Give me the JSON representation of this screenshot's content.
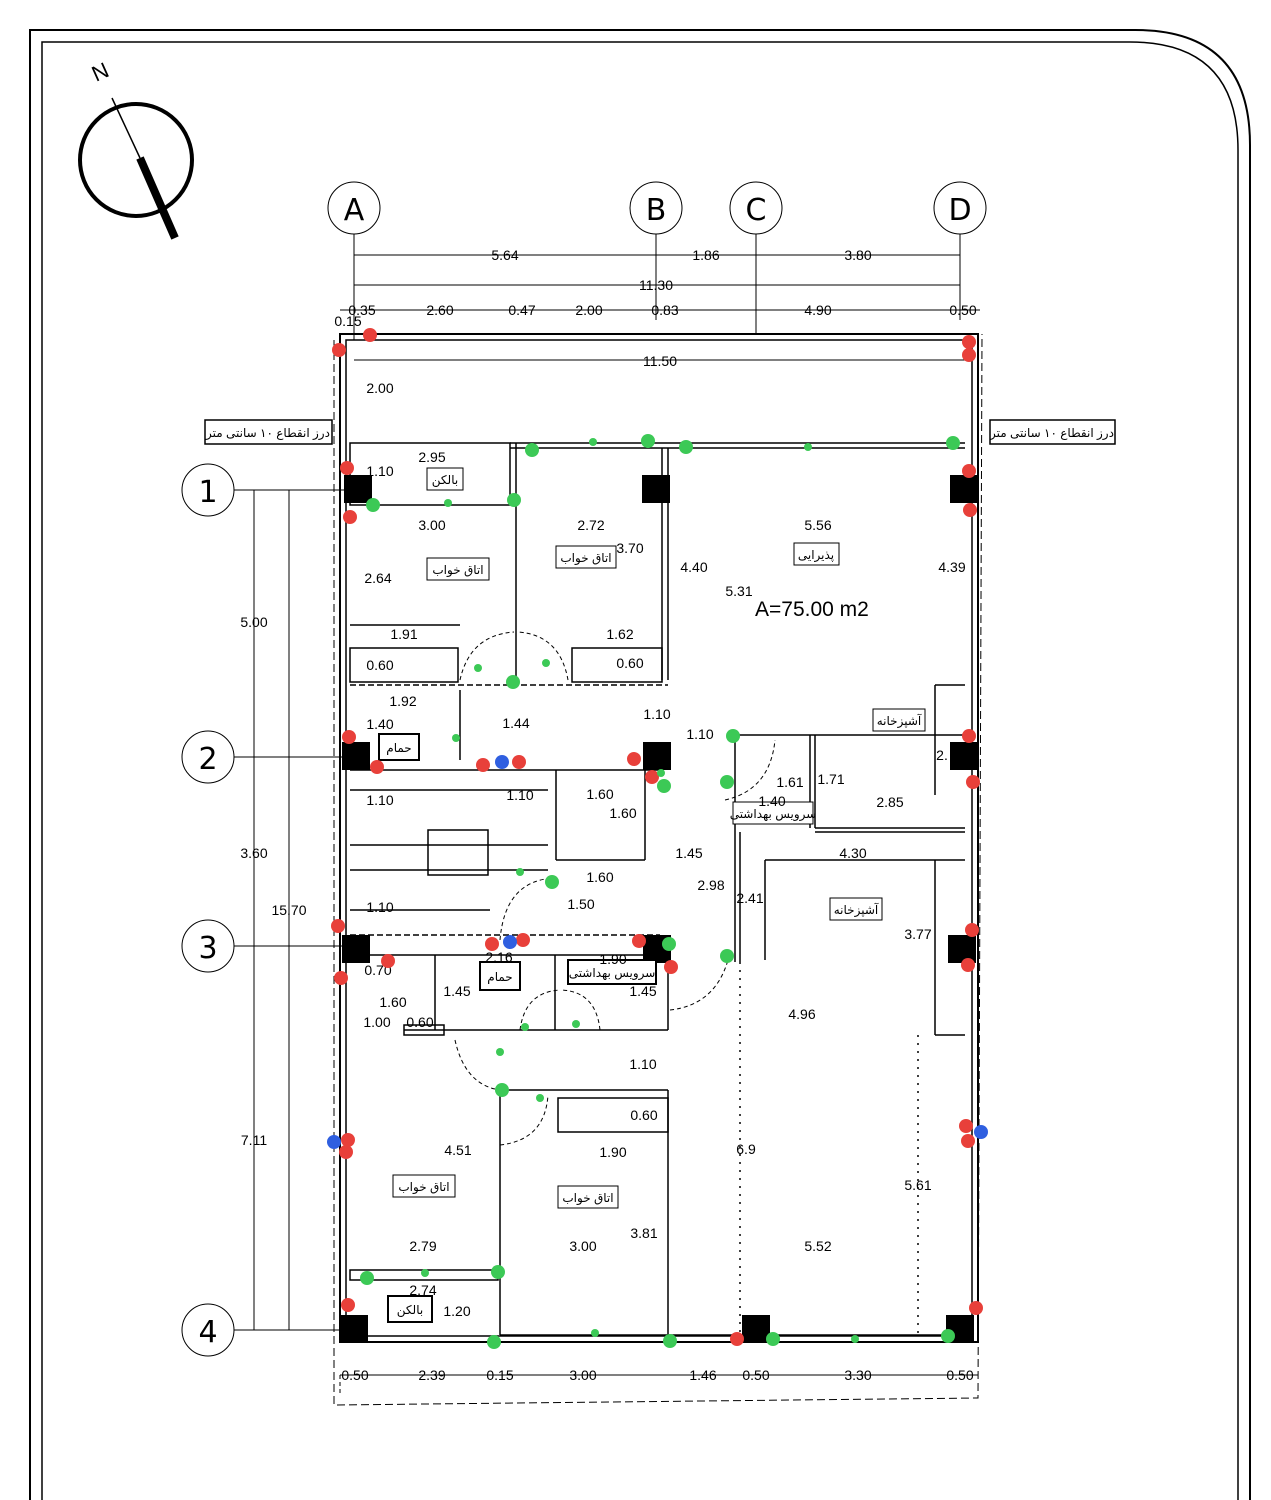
{
  "compass": {
    "label": "N"
  },
  "grid_columns": [
    "A",
    "B",
    "C",
    "D"
  ],
  "grid_rows": [
    "1",
    "2",
    "3",
    "4"
  ],
  "area_label": "A=75.00 m2",
  "side_notes": {
    "left": "درز انقطاع ۱۰ سانتی متر",
    "right": "درز انقطاع ۱۰ سانتی متر"
  },
  "rooms": [
    {
      "id": "balcony-top",
      "label": "بالکن"
    },
    {
      "id": "bedroom-top-left",
      "label": "اتاق خواب"
    },
    {
      "id": "bedroom-top-mid",
      "label": "اتاق خواب"
    },
    {
      "id": "living-room",
      "label": "پذیرایی"
    },
    {
      "id": "kitchen-top",
      "label": "آشپزخانه"
    },
    {
      "id": "bath-top",
      "label": "حمام"
    },
    {
      "id": "wc-top",
      "label": "سرویس بهداشتی"
    },
    {
      "id": "kitchen-bottom",
      "label": "آشپزخانه"
    },
    {
      "id": "bath-bottom",
      "label": "حمام"
    },
    {
      "id": "wc-bottom",
      "label": "سرویس بهداشتی"
    },
    {
      "id": "bedroom-bottom-left",
      "label": "اتاق خواب"
    },
    {
      "id": "bedroom-bottom-mid",
      "label": "اتاق خواب"
    },
    {
      "id": "balcony-bottom",
      "label": "بالکن"
    }
  ],
  "dimensions": {
    "top_chain_1": [
      "5.64",
      "1.86",
      "3.80"
    ],
    "top_total": "11.30",
    "top_chain_2": [
      "0.35",
      "0.15",
      "2.60",
      "0.47",
      "2.00",
      "0.83",
      "4.90",
      "0.50"
    ],
    "slab_width": "11.50",
    "left_chain": [
      "5.00",
      "3.60",
      "7.11"
    ],
    "left_total": "15.70",
    "bottom_chain": [
      "0.50",
      "2.39",
      "0.15",
      "3.00",
      "1.46",
      "0.50",
      "3.30",
      "0.50"
    ],
    "interior": [
      "2.00",
      "2.95",
      "1.10",
      "3.00",
      "2.72",
      "5.56",
      "3.70",
      "4.40",
      "5.31",
      "4.39",
      "2.64",
      "1.91",
      "1.62",
      "0.60",
      "0.60",
      "1.92",
      "1.40",
      "1.44",
      "1.10",
      "1.10",
      "1.61",
      "1.71",
      "1.40",
      "2.85",
      "2.",
      "1.10",
      "1.10",
      "1.60",
      "1.60",
      "1.45",
      "4.30",
      "1.60",
      "2.98",
      "2.41",
      "1.50",
      "1.10",
      "3.77",
      "2.16",
      "1.90",
      "0.70",
      "1.45",
      "1.45",
      "1.60",
      "1.00",
      "0.60",
      "4.96",
      "1.10",
      "0.60",
      "4.51",
      "1.90",
      "6.9",
      "5.61",
      "3.81",
      "2.79",
      "3.00",
      "5.52",
      "2.74",
      "1.20"
    ]
  },
  "colors": {
    "line": "#000000",
    "column_fill": "#000000",
    "marker_red": "#e8403a",
    "marker_green": "#3cc956",
    "marker_blue": "#2f5fe0"
  }
}
